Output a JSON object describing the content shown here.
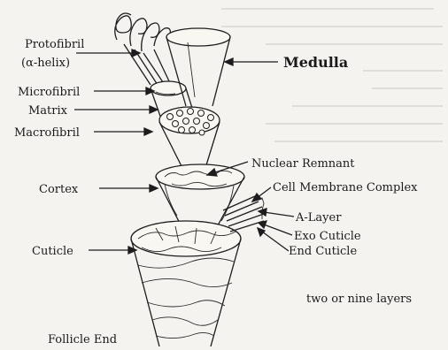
{
  "labels": {
    "protofibril": "Protofibril",
    "alpha_helix": "(α-helix)",
    "medulla": "Medulla",
    "microfibril": "Microfibril",
    "matrix": "Matrix",
    "macrofibril": "Macrofibril",
    "nuclear_remnant": "Nuclear Remnant",
    "cortex": "Cortex",
    "cell_membrane_complex": "Cell Membrane Complex",
    "a_layer": "A-Layer",
    "exo_cuticle": "Exo Cuticle",
    "end_cuticle": "End Cuticle",
    "cuticle": "Cuticle",
    "two_or_nine_layers": "two or nine layers",
    "follicle_end": "Follicle End"
  }
}
